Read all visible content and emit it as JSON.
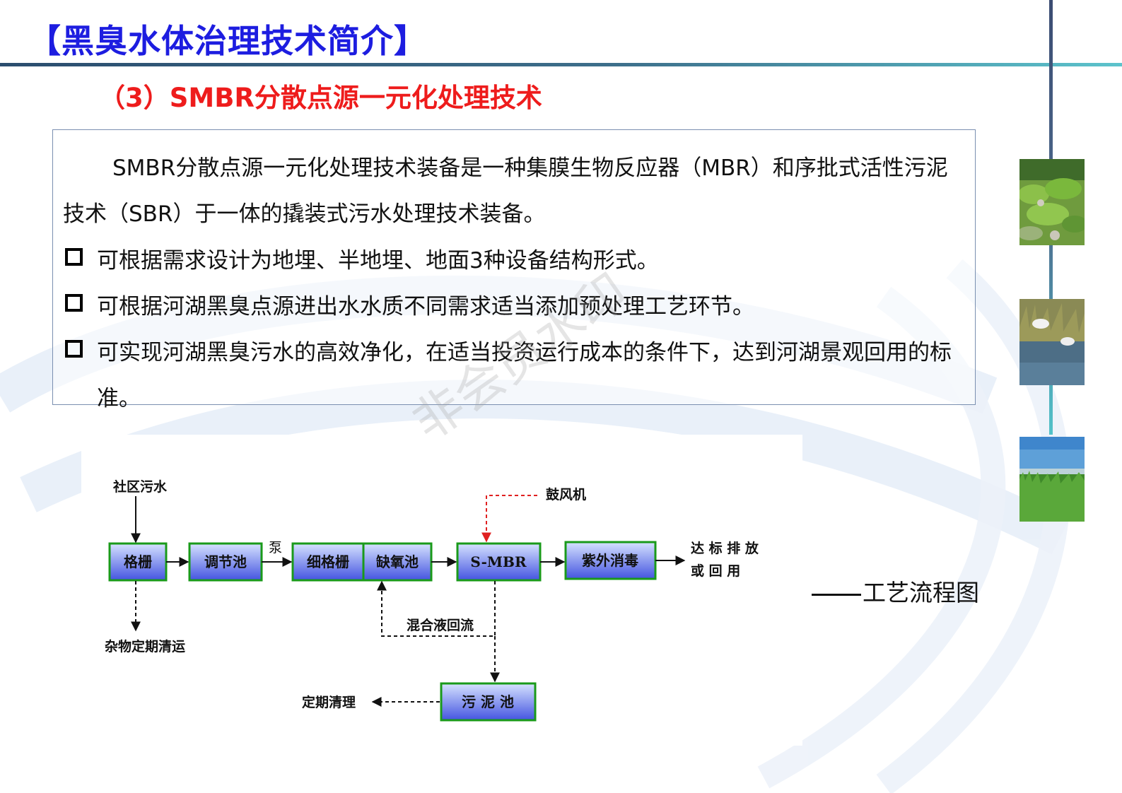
{
  "header": {
    "title": "【黑臭水体治理技术简介】",
    "subtitle": "（3）SMBR分散点源一元化处理技术"
  },
  "body": {
    "paragraph": "SMBR分散点源一元化处理技术装备是一种集膜生物反应器（MBR）和序批式活性污泥技术（SBR）于一体的撬装式污水处理技术装备。",
    "bullets": [
      "可根据需求设计为地埋、半地埋、地面3种设备结构形式。",
      "可根据河湖黑臭点源进出水水质不同需求适当添加预处理工艺环节。",
      "可实现河湖黑臭污水的高效净化，在适当投资运行成本的条件下，达到河湖景观回用的标准。"
    ]
  },
  "watermark": "非会员水印",
  "diagram": {
    "input_label": "社区污水",
    "boxes": {
      "grille": "格栅",
      "regulating_tank": "调节池",
      "fine_grille": "细格栅",
      "anoxic_tank": "缺氧池",
      "smbr": "S-MBR",
      "uv": "紫外消毒",
      "sludge_tank": "污 泥 池"
    },
    "pump_label": "泵",
    "blower_label": "鼓风机",
    "output_line1": "达 标 排 放",
    "output_line2": "或 回 用",
    "debris_label": "杂物定期清运",
    "reflux_label": "混合液回流",
    "sludge_out_label": "定期清理"
  },
  "caption": "工艺流程图",
  "colors": {
    "title": "#1d1de0",
    "subtitle": "#ee1c1c",
    "box_border": "#1a9a1a",
    "box_fill_top": "#c9d8ff",
    "box_fill_bottom": "#4a5ee6",
    "arrow": "#111111",
    "blower_arrow": "#e02020"
  }
}
